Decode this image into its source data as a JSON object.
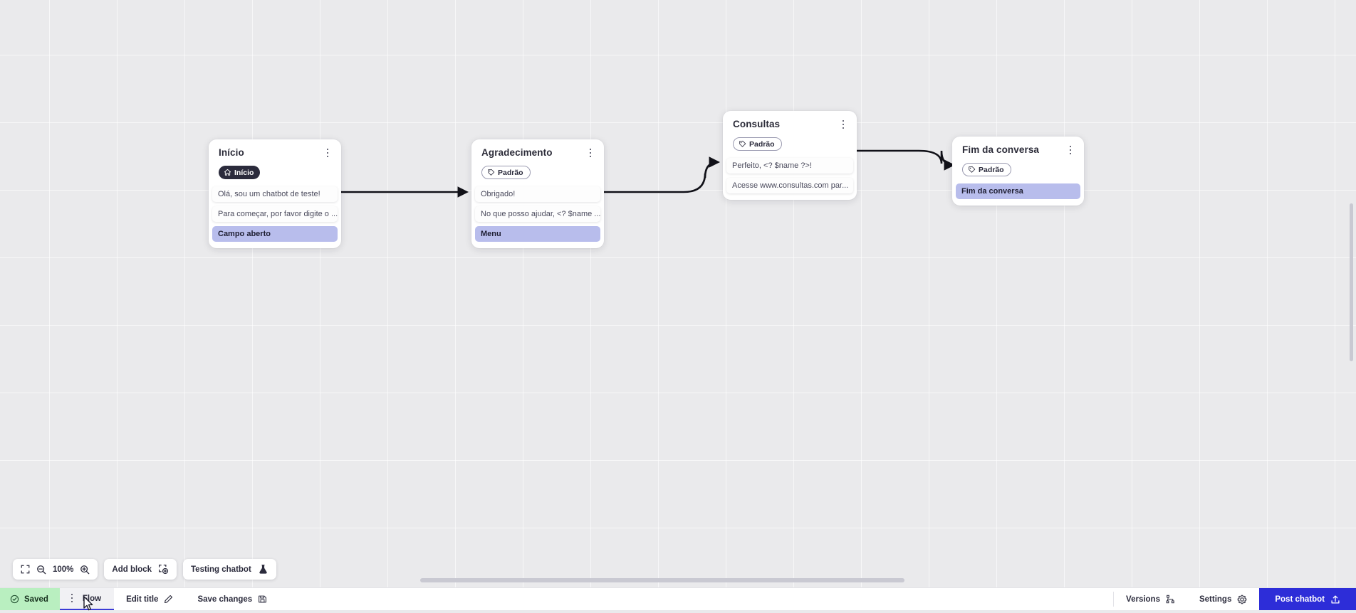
{
  "app": {
    "zoom_level": "100%"
  },
  "canvas": {
    "nodes": [
      {
        "id": "inicio",
        "title": "Início",
        "chip": {
          "label": "Início",
          "icon": "home-icon",
          "style": "dark"
        },
        "rows": [
          {
            "text": "Olá, sou um chatbot de teste!",
            "accent": false
          },
          {
            "text": "Para começar, por favor digite o ...",
            "accent": false
          },
          {
            "text": "Campo aberto",
            "accent": true
          }
        ]
      },
      {
        "id": "agradecimento",
        "title": "Agradecimento",
        "chip": {
          "label": "Padrão",
          "icon": "tag-icon",
          "style": "outline"
        },
        "rows": [
          {
            "text": "Obrigado!",
            "accent": false
          },
          {
            "text": "No que posso ajudar, <? $name ...",
            "accent": false
          },
          {
            "text": "Menu",
            "accent": true
          }
        ]
      },
      {
        "id": "consultas",
        "title": "Consultas",
        "chip": {
          "label": "Padrão",
          "icon": "tag-icon",
          "style": "outline"
        },
        "rows": [
          {
            "text": "Perfeito, <? $name ?>!",
            "accent": false
          },
          {
            "text": "Acesse www.consultas.com par...",
            "accent": false
          }
        ]
      },
      {
        "id": "fim-da-conversa",
        "title": "Fim da conversa",
        "chip": {
          "label": "Padrão",
          "icon": "tag-icon",
          "style": "outline"
        },
        "rows": [
          {
            "text": "Fim da conversa",
            "accent": true
          }
        ]
      }
    ]
  },
  "toolbar": {
    "fit_icon": "fit-screen-icon",
    "zoom_out_icon": "zoom-out-icon",
    "zoom_label": "100%",
    "zoom_in_icon": "zoom-in-icon",
    "add_block_label": "Add block",
    "add_block_icon": "add-block-icon",
    "testing_label": "Testing chatbot",
    "testing_icon": "flask-icon"
  },
  "statusbar": {
    "saved_label": "Saved",
    "saved_icon": "check-circle-icon",
    "flow_tab_label": "Flow",
    "flow_tab_icon": "kebab-icon",
    "edit_title_label": "Edit title",
    "edit_title_icon": "pencil-icon",
    "save_changes_label": "Save changes",
    "save_changes_icon": "floppy-icon",
    "versions_label": "Versions",
    "versions_icon": "branch-icon",
    "settings_label": "Settings",
    "settings_icon": "gear-icon",
    "post_label": "Post chatbot",
    "post_icon": "upload-icon"
  },
  "colors": {
    "accent_blue": "#2d2dd8",
    "saved_green": "#b9efc0",
    "row_lavender": "#b8bdec",
    "canvas_grey": "#eaeaec",
    "chip_dark": "#2b2b3c"
  }
}
